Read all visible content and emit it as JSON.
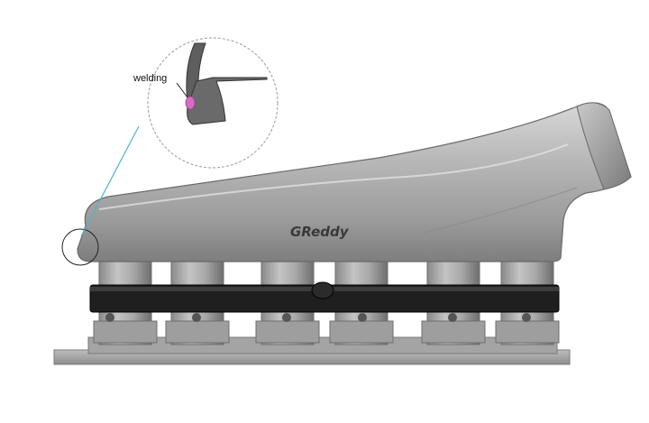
{
  "callout": {
    "label": "welding",
    "weld_color": "#d86bc4",
    "leader_color": "#4fb3d1"
  },
  "manifold": {
    "brand_logo": "GReddy",
    "body_color": "#a9a9a9",
    "rail_color": "#1f1f1f",
    "runner_count": 6
  }
}
